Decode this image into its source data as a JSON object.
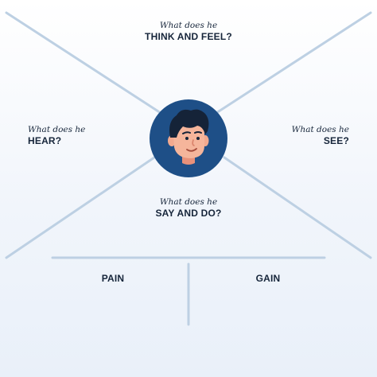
{
  "colors": {
    "lines": "#bdd0e3",
    "avatar_background": "#1e4f87",
    "text": "#16253a"
  },
  "sections": {
    "think": {
      "question": "What does he",
      "title": "THINK AND FEEL?"
    },
    "hear": {
      "question": "What does he",
      "title": "HEAR?"
    },
    "see": {
      "question": "What does he",
      "title": "SEE?"
    },
    "say": {
      "question": "What does he",
      "title": "SAY AND DO?"
    }
  },
  "bottom": {
    "pain": "PAIN",
    "gain": "GAIN"
  },
  "avatar": {
    "icon": "person-face-icon"
  }
}
